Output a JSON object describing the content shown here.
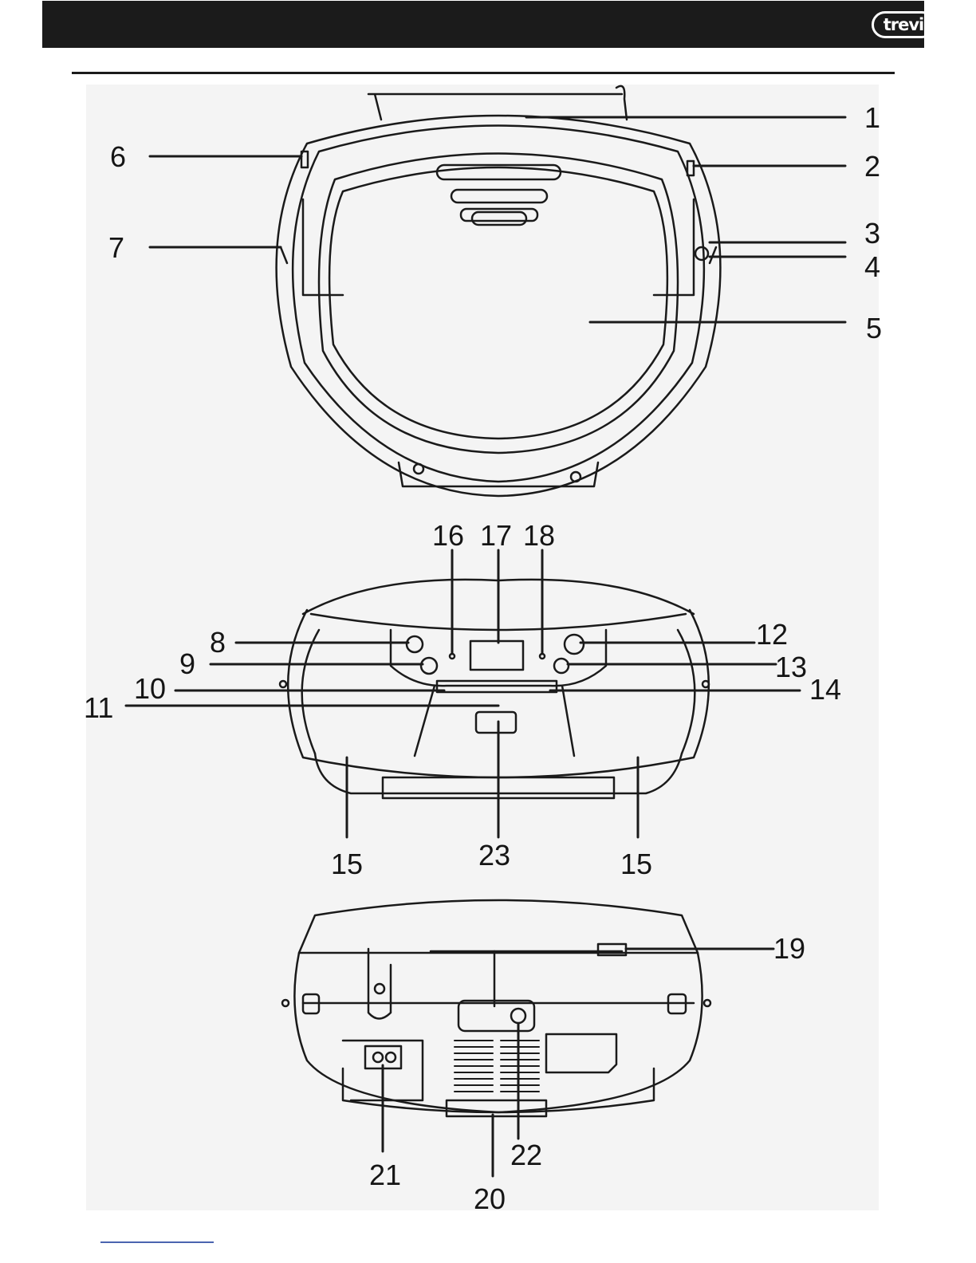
{
  "header": {
    "logo_text": "trevi"
  },
  "figure": {
    "views": [
      "top-view",
      "front-view",
      "back-view"
    ],
    "callouts": [
      "1",
      "2",
      "3",
      "4",
      "5",
      "6",
      "7",
      "8",
      "9",
      "10",
      "11",
      "12",
      "13",
      "14",
      "15",
      "16",
      "17",
      "18",
      "19",
      "20",
      "21",
      "22",
      "23"
    ],
    "callout_15_repeat": "15"
  },
  "colors": {
    "header_bar": "#1b1b1b",
    "figure_bg": "#f4f4f4",
    "footer_link": "#4a64b0"
  }
}
